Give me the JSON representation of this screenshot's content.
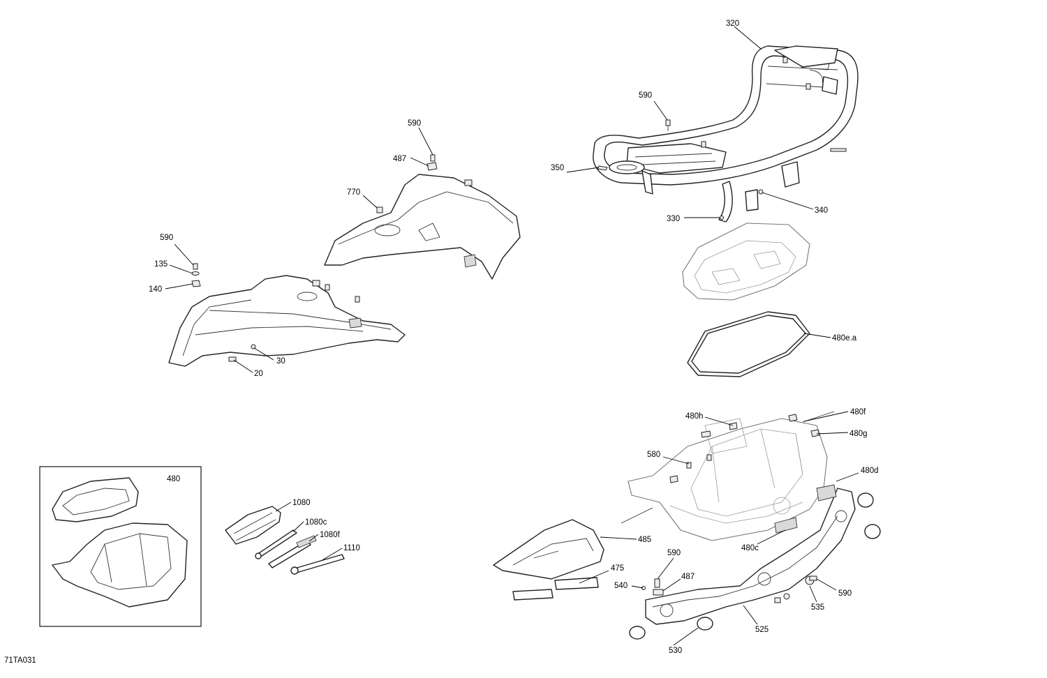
{
  "figure_id": "71TA031",
  "callouts": {
    "c320": "320",
    "c590_rack": "590",
    "c350": "350",
    "c340": "340",
    "c330": "330",
    "c590_top": "590",
    "c487_top": "487",
    "c770": "770",
    "c590_left": "590",
    "c135": "135",
    "c140": "140",
    "c30": "30",
    "c20": "20",
    "c480e_a": "480e.a",
    "c480f": "480f",
    "c480h": "480h",
    "c480g": "480g",
    "c580": "580",
    "c480d": "480d",
    "c480c": "480c",
    "c485": "485",
    "c475": "475",
    "c590_bottom": "590",
    "c487_bottom": "487",
    "c540": "540",
    "c590_right": "590",
    "c535": "535",
    "c525": "525",
    "c530": "530",
    "c480_inset": "480",
    "c1080": "1080",
    "c1080c": "1080c",
    "c1080f": "1080f",
    "c1110": "1110"
  }
}
